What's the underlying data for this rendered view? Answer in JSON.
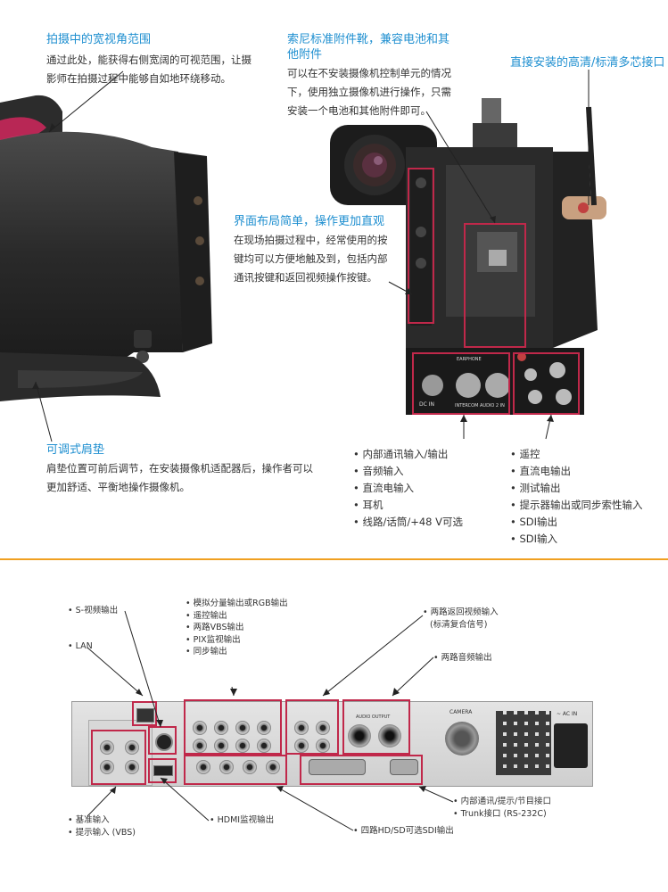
{
  "section1": {
    "wide_view": {
      "title": "拍摄中的宽视角范围",
      "lines": [
        "通过此处，能获得右侧宽阔的可视范围，让摄",
        "影师在拍摄过程中能够自如地环绕移动。"
      ]
    },
    "battery": {
      "title_lines": [
        "索尼标准附件靴，兼容电池和其",
        "他附件"
      ],
      "lines": [
        "可以在不安装摄像机控制单元的情况",
        "下，使用独立摄像机进行操作，只需",
        "安装一个电池和其他附件即可。"
      ]
    },
    "multicore": {
      "title": "直接安装的高清/标清多芯接口"
    },
    "layout": {
      "title": "界面布局简单，操作更加直观",
      "lines": [
        "在现场拍摄过程中，经常使用的按",
        "键均可以方便地触及到，包括内部",
        "通讯按键和返回视频操作按键。"
      ]
    },
    "shoulder": {
      "title": "可调式肩垫",
      "lines": [
        "肩垫位置可前后调节，在安装摄像机适配器后，操作者可以",
        "更加舒适、平衡地操作摄像机。"
      ]
    },
    "list_left": [
      "内部通讯输入/输出",
      "音频输入",
      "直流电输入",
      "耳机",
      "线路/话筒/+48 V可选"
    ],
    "list_right": [
      "遥控",
      "直流电输出",
      "测试输出",
      "提示器输出或同步索性输入",
      "SDI输出",
      "SDI输入"
    ],
    "panel_labels": {
      "dc_in": "DC IN",
      "intercom": "INTERCOM",
      "audio2": "AUDIO 2 IN",
      "earphone": "EARPHONE"
    }
  },
  "section2": {
    "s_video": "S-视频输出",
    "lan": "LAN",
    "analog": [
      "模拟分量输出或RGB输出",
      "遥控输出",
      "两路VBS输出",
      "PIX监视输出",
      "同步输出"
    ],
    "return_video": [
      "两路返回视频输入",
      "(标清复合信号)"
    ],
    "audio_out": "两路音频输出",
    "intercom": [
      "内部通讯/提示/节目接口",
      "Trunk接口 (RS-232C)"
    ],
    "reference": [
      "基准输入",
      "提示输入 (VBS)"
    ],
    "hdmi": "HDMI监视输出",
    "sdi": "四路HD/SD可选SDI输出",
    "panel_labels": {
      "camera": "CAMERA",
      "ac_in": "~ AC IN",
      "audio_output": "AUDIO OUTPUT"
    }
  },
  "colors": {
    "accent_blue": "#1f8fd0",
    "divider_orange": "#f0a020",
    "highlight_red": "#c0284a"
  }
}
